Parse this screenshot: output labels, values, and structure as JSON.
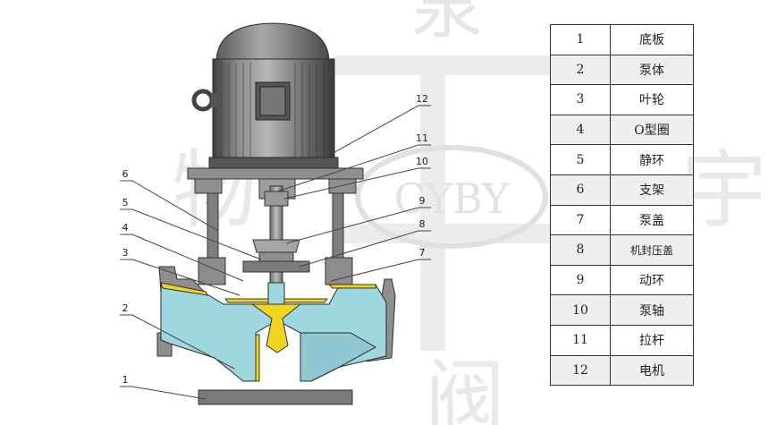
{
  "watermark": {
    "logo_text": "CYBY",
    "chars": [
      "泉",
      "物",
      "宇",
      "阀"
    ]
  },
  "callouts": [
    "1",
    "2",
    "3",
    "4",
    "5",
    "6",
    "7",
    "8",
    "9",
    "10",
    "11",
    "12"
  ],
  "parts": [
    {
      "num": "1",
      "name": "底板"
    },
    {
      "num": "2",
      "name": "泵体"
    },
    {
      "num": "3",
      "name": "叶轮"
    },
    {
      "num": "4",
      "name": "O型圈"
    },
    {
      "num": "5",
      "name": "静环"
    },
    {
      "num": "6",
      "name": "支架"
    },
    {
      "num": "7",
      "name": "泵盖"
    },
    {
      "num": "8",
      "name": "机封压盖"
    },
    {
      "num": "9",
      "name": "动环"
    },
    {
      "num": "10",
      "name": "泵轴"
    },
    {
      "num": "11",
      "name": "拉杆"
    },
    {
      "num": "12",
      "name": "电机"
    }
  ]
}
